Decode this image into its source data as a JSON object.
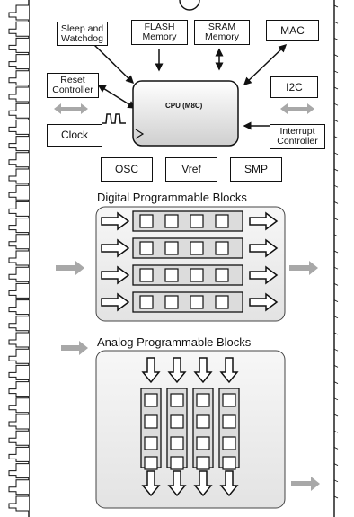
{
  "blocks": {
    "sleep": "Sleep and\nWatchdog",
    "flash": "FLASH\nMemory",
    "sram": "SRAM\nMemory",
    "mac": "MAC",
    "reset": "Reset\nController",
    "i2c": "I2C",
    "clock": "Clock",
    "interrupt": "Interrupt\nController",
    "cpu": "CPU (M8C)",
    "osc": "OSC",
    "vref": "Vref",
    "smp": "SMP"
  },
  "sections": {
    "digital": "Digital Programmable Blocks",
    "analog": "Analog Programmable Blocks"
  },
  "colors": {
    "panel": "#f0f0f0",
    "block_fill": "#dcdcdc",
    "gray_arrow": "#a8a8a8",
    "line": "#111111"
  }
}
